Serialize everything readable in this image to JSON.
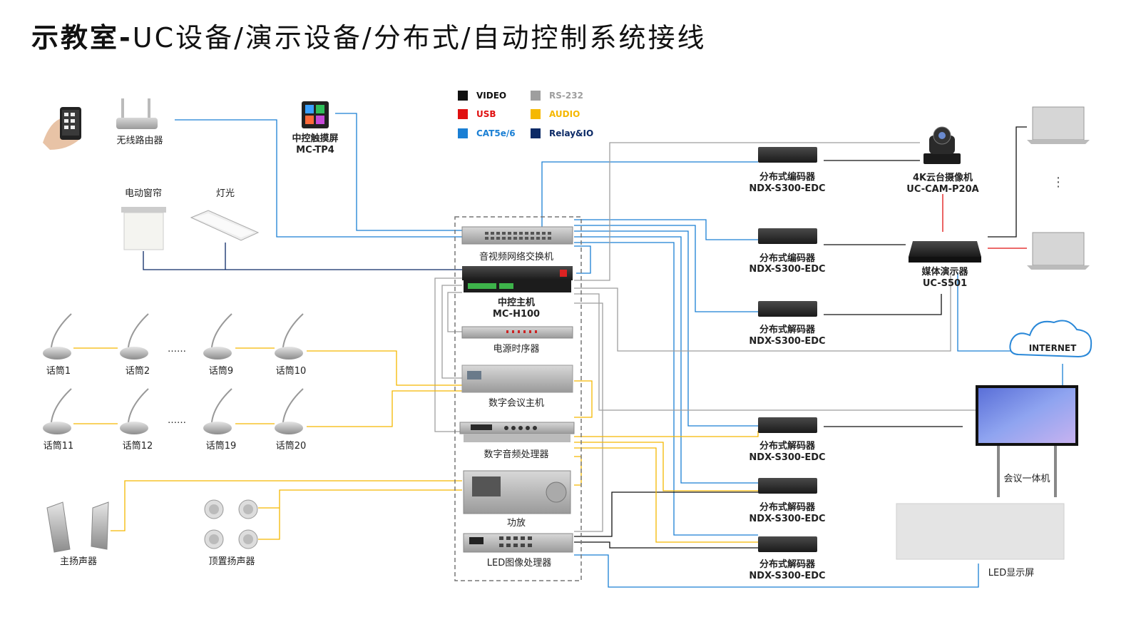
{
  "title": {
    "bold": "示教室-",
    "rest": "UC设备/演示设备/分布式/自动控制系统接线"
  },
  "legend": [
    {
      "label": "VIDEO",
      "color": "#111111"
    },
    {
      "label": "RS-232",
      "color": "#9e9e9e"
    },
    {
      "label": "USB",
      "color": "#e01010"
    },
    {
      "label": "AUDIO",
      "color": "#f5b800"
    },
    {
      "label": "CAT5e/6",
      "color": "#1a7fd4"
    },
    {
      "label": "Relay&IO",
      "color": "#0c2a66"
    }
  ],
  "devices": {
    "router": "无线路由器",
    "touch_panel": {
      "name": "中控触摸屏",
      "model": "MC-TP4"
    },
    "curtain": "电动窗帘",
    "light": "灯光",
    "switch": "音视频网络交换机",
    "host": {
      "name": "中控主机",
      "model": "MC-H100"
    },
    "sequencer": "电源时序器",
    "conference_host": "数字会议主机",
    "dsp": "数字音频处理器",
    "amp": "功放",
    "led_processor": "LED图像处理器",
    "main_speaker": "主扬声器",
    "ceiling_speaker": "顶置扬声器",
    "mics": [
      "话筒1",
      "话筒2",
      "话筒9",
      "话筒10",
      "话筒11",
      "话筒12",
      "话筒19",
      "话筒20"
    ],
    "ellipsis": "……",
    "encoder1": {
      "name": "分布式编码器",
      "model": "NDX-S300-EDC"
    },
    "encoder2": {
      "name": "分布式编码器",
      "model": "NDX-S300-EDC"
    },
    "decoder1": {
      "name": "分布式解码器",
      "model": "NDX-S300-EDC"
    },
    "decoder2": {
      "name": "分布式解码器",
      "model": "NDX-S300-EDC"
    },
    "decoder3": {
      "name": "分布式解码器",
      "model": "NDX-S300-EDC"
    },
    "decoder4": {
      "name": "分布式解码器",
      "model": "NDX-S300-EDC"
    },
    "camera": {
      "name": "4K云台摄像机",
      "model": "UC-CAM-P20A"
    },
    "presenter": {
      "name": "媒体演示器",
      "model": "UC-S501"
    },
    "internet": "INTERNET",
    "meeting_screen": "会议一体机",
    "led_screen": "LED显示屏",
    "vdots": "⋮"
  }
}
